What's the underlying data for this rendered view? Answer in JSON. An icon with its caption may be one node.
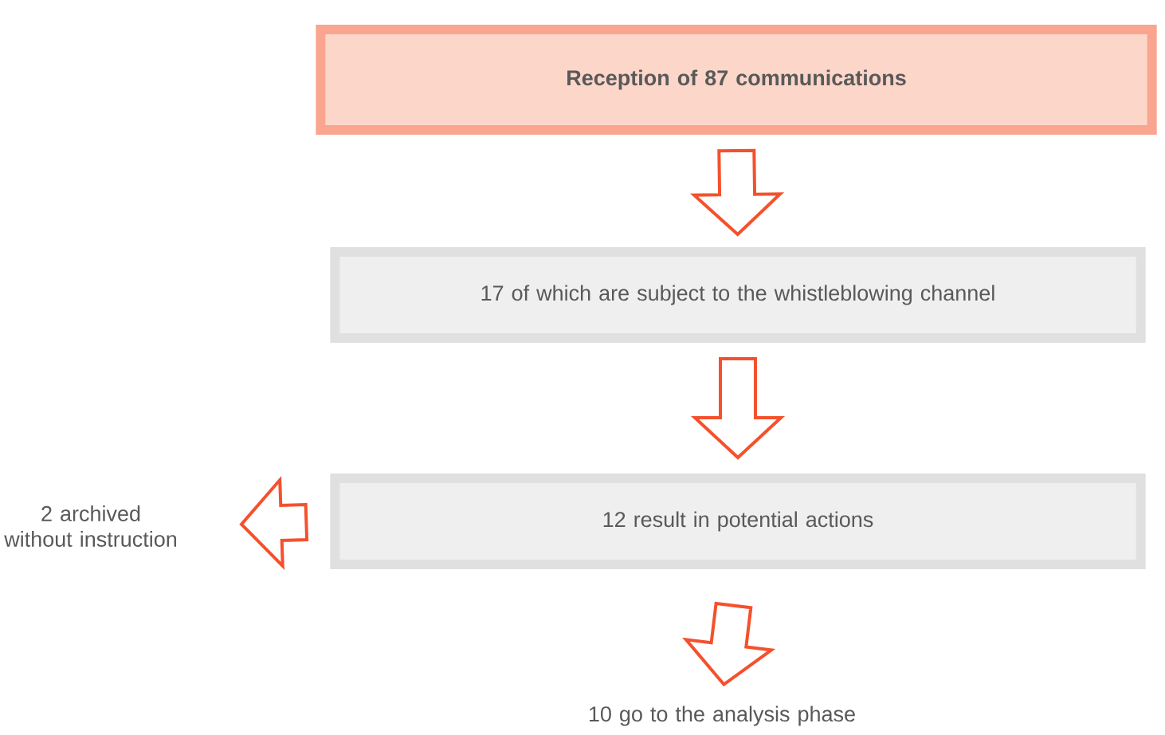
{
  "diagram": {
    "nodes": [
      {
        "text": [
          "Reception of 87 communications"
        ]
      },
      {
        "text": [
          "17 of which are subject to the whistleblowing channel"
        ]
      },
      {
        "text": [
          "12 result in potential actions"
        ]
      },
      {
        "text": [
          "2 archived without instruction"
        ]
      },
      {
        "text": [
          "10 go to the analysis phase"
        ]
      }
    ],
    "edges": [
      {
        "from": 0,
        "to": 1,
        "arrow": "to"
      },
      {
        "from": 1,
        "to": 2,
        "arrow": "to"
      },
      {
        "from": 2,
        "to": 3,
        "arrow": "to"
      },
      {
        "from": 2,
        "to": 4,
        "arrow": "to"
      }
    ]
  }
}
